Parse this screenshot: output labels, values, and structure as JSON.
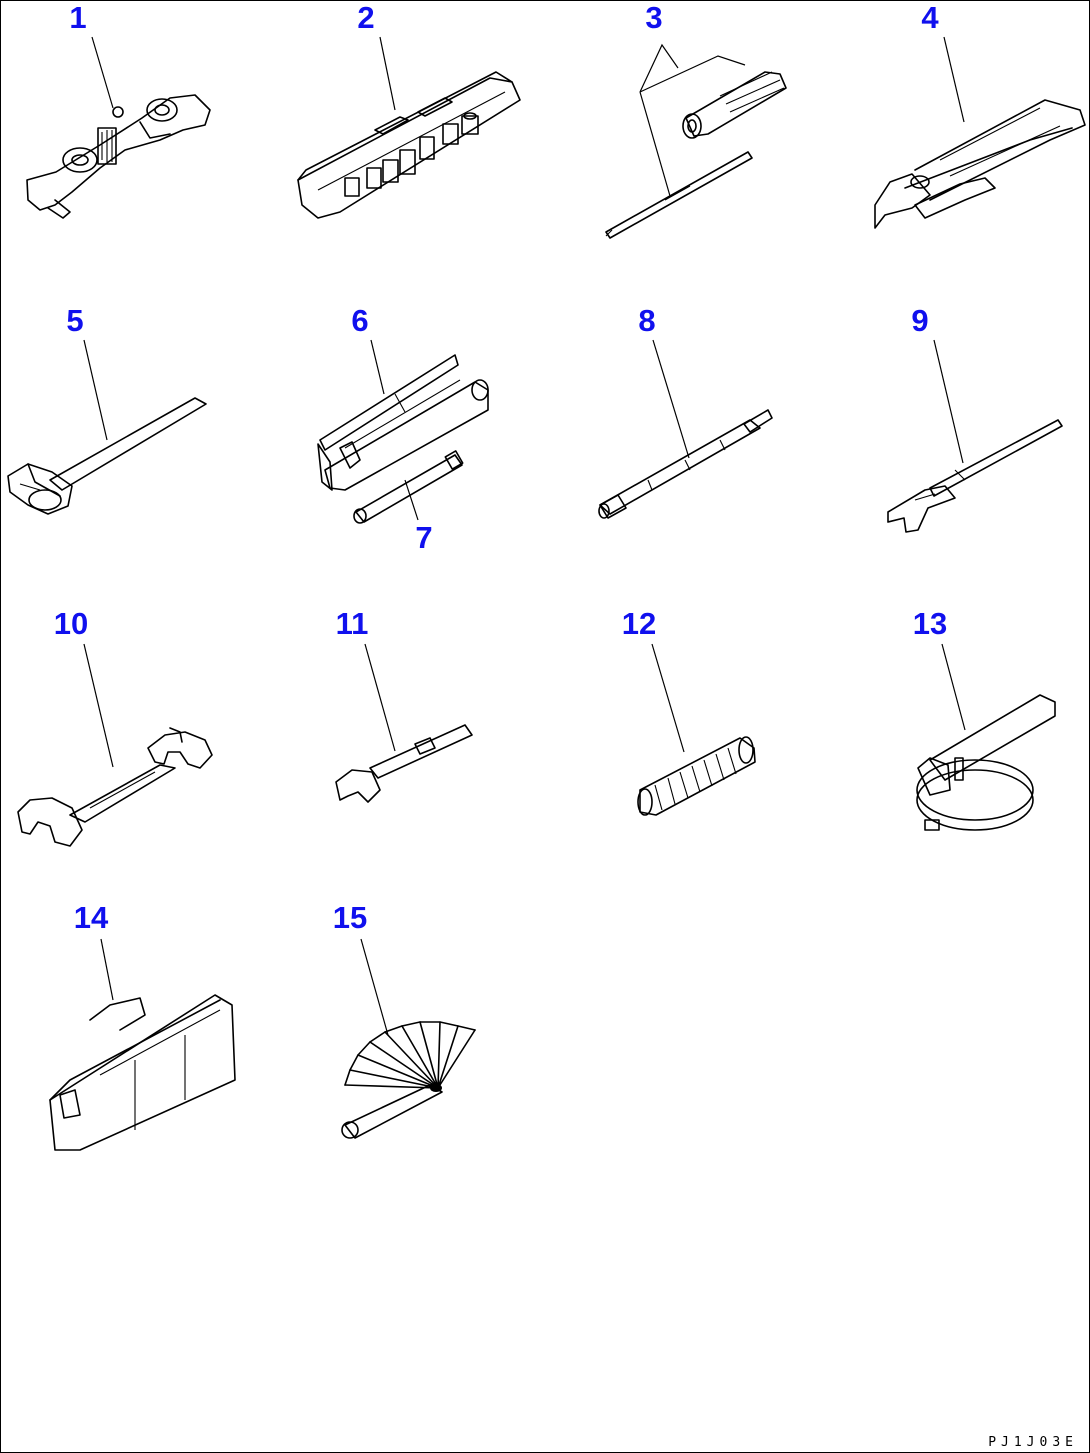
{
  "callouts": {
    "c1": "1",
    "c2": "2",
    "c3": "3",
    "c4": "4",
    "c5": "5",
    "c6": "6",
    "c7": "7",
    "c8": "8",
    "c9": "9",
    "c10": "10",
    "c11": "11",
    "c12": "12",
    "c13": "13",
    "c14": "14",
    "c15": "15"
  },
  "drawing_code": "PJ1J03E",
  "colors": {
    "callout": "#1010ee",
    "line": "#000000",
    "background": "#ffffff"
  }
}
